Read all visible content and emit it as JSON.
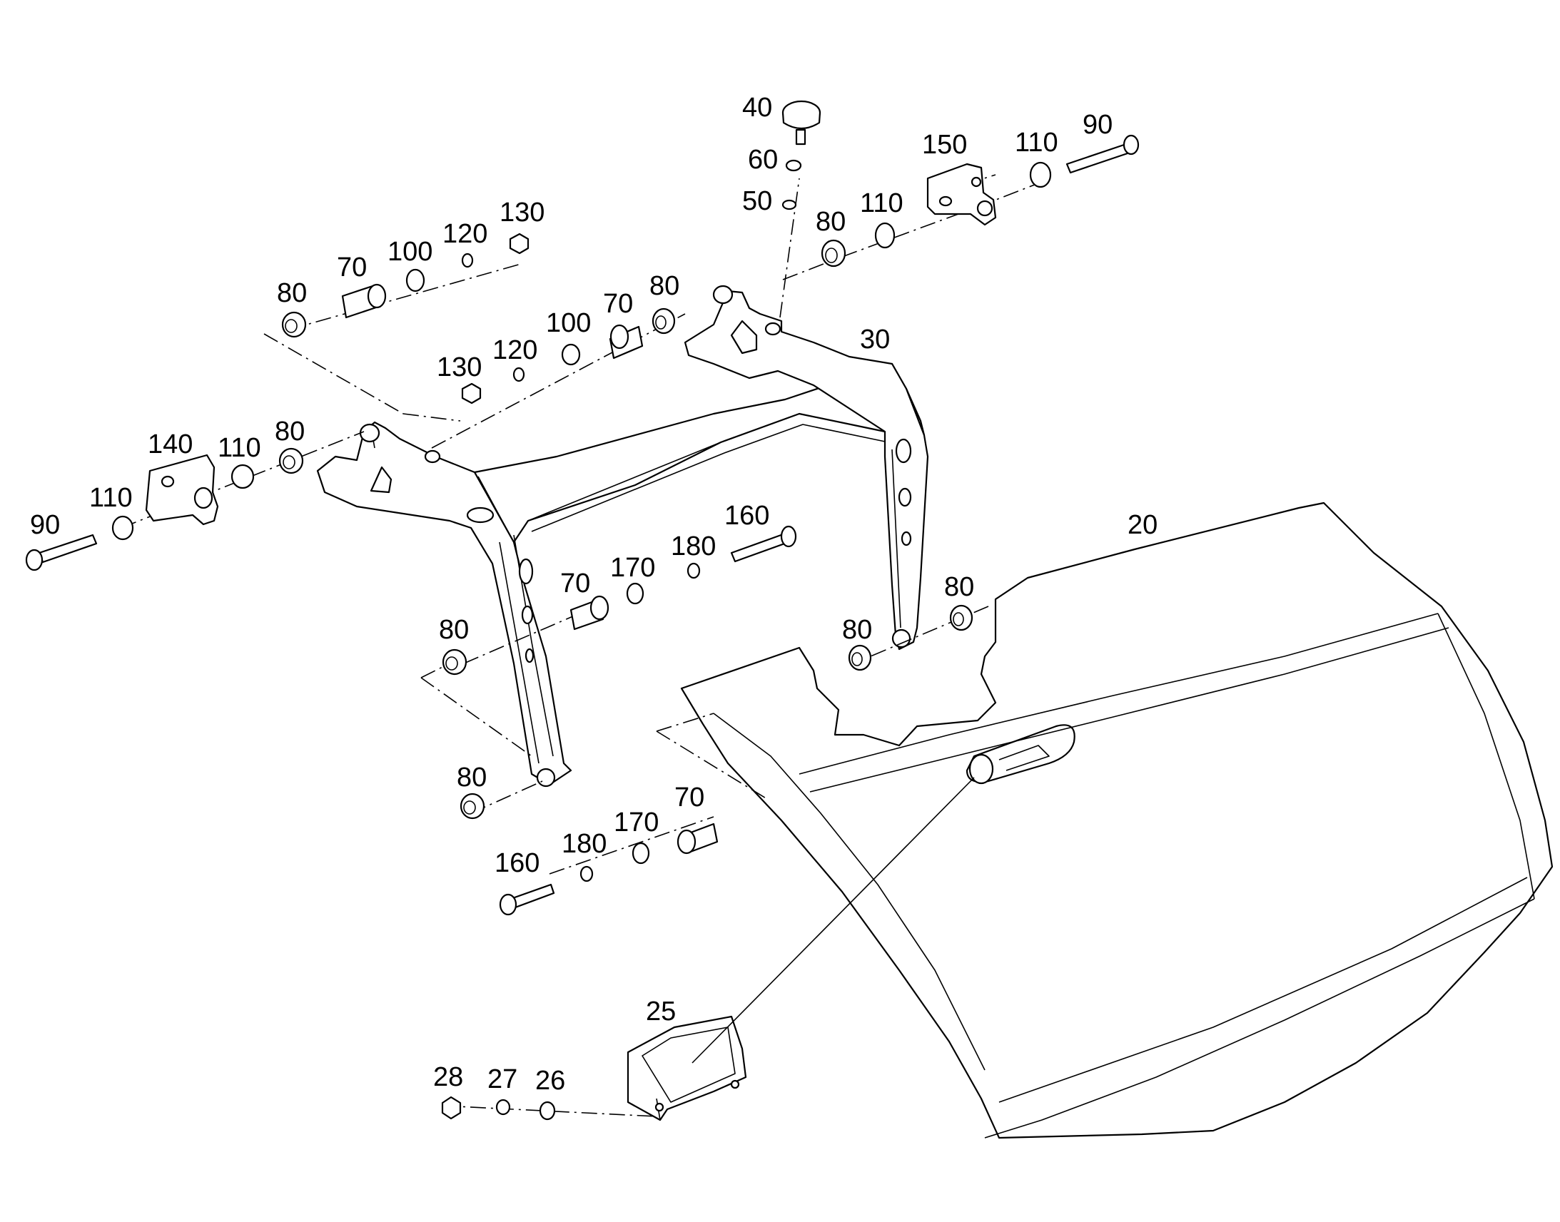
{
  "callouts": {
    "c40": "40",
    "c60": "60",
    "c50": "50",
    "c150": "150",
    "c110a": "110",
    "c90a": "90",
    "c80a": "80",
    "c110b": "110",
    "c130a": "130",
    "c120a": "120",
    "c100a": "100",
    "c70a": "70",
    "c80b": "80",
    "c80c": "80",
    "c70b": "70",
    "c100b": "100",
    "c120b": "120",
    "c130b": "130",
    "c30": "30",
    "c140": "140",
    "c110c": "110",
    "c80d": "80",
    "c90b": "90",
    "c110d": "110",
    "c160a": "160",
    "c180a": "180",
    "c170a": "170",
    "c70c": "70",
    "c80e": "80",
    "c80f": "80",
    "c80g": "80",
    "c20": "20",
    "c80h": "80",
    "c70d": "70",
    "c170b": "170",
    "c180b": "180",
    "c160b": "160",
    "c25": "25",
    "c28": "28",
    "c27": "27",
    "c26": "26"
  }
}
